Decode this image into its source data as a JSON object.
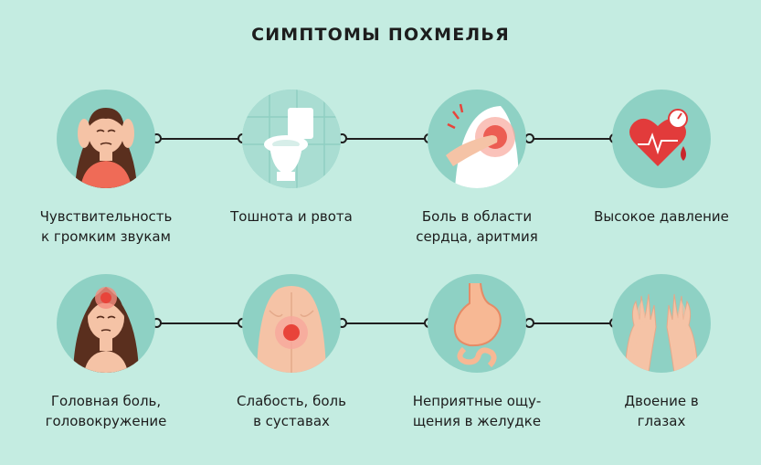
{
  "title": "СИМПТОМЫ ПОХМЕЛЬЯ",
  "symptoms_row1": [
    {
      "line1": "Чувствительность",
      "line2": "к громким звукам",
      "icon": "head-hold-icon"
    },
    {
      "line1": "Тошнота и рвота",
      "line2": "",
      "icon": "toilet-icon"
    },
    {
      "line1": "Боль в области",
      "line2": "сердца, аритмия",
      "icon": "chest-pain-icon"
    },
    {
      "line1": "Высокое давление",
      "line2": "",
      "icon": "heart-pressure-icon"
    }
  ],
  "symptoms_row2": [
    {
      "line1": "Головная боль,",
      "line2": "головокружение",
      "icon": "headache-icon"
    },
    {
      "line1": "Слабость, боль",
      "line2": "в суставах",
      "icon": "back-pain-icon"
    },
    {
      "line1": "Неприятные ощу-",
      "line2": "щения в желудке",
      "icon": "stomach-icon"
    },
    {
      "line1": "Двоение в",
      "line2": "глазах",
      "icon": "hands-icon"
    }
  ],
  "colors": {
    "background": "#c4ece1",
    "circle": "#8ed1c4",
    "accent": "#e8443a",
    "skin": "#f5c3a6"
  }
}
